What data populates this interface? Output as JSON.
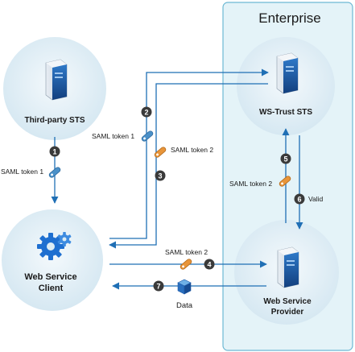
{
  "zone": {
    "title": "Enterprise"
  },
  "nodes": {
    "third_party_sts": "Third-party STS",
    "ws_trust_sts": "WS-Trust STS",
    "web_service_client": [
      "Web Service",
      "Client"
    ],
    "web_service_provider": [
      "Web Service",
      "Provider"
    ]
  },
  "steps": [
    {
      "number": "1",
      "label": "SAML token 1"
    },
    {
      "number": "2",
      "label": "SAML token 1"
    },
    {
      "number": "3",
      "label": "SAML token 2"
    },
    {
      "number": "4",
      "label": "SAML token 2"
    },
    {
      "number": "5",
      "label": "SAML token 2"
    },
    {
      "number": "6",
      "label": "Valid"
    },
    {
      "number": "7",
      "label": "Data"
    }
  ],
  "colors": {
    "zone_fill": "#e4f3f8",
    "zone_border": "#6cb8d4",
    "node_circle": "#dcecf4",
    "arrow": "#1f6fb5",
    "step_badge": "#3a3a3a",
    "token_blue": "#4a90c8",
    "token_orange": "#e8953a",
    "server_blue": "#1e5aa8",
    "gear_blue": "#1e6fd0"
  }
}
